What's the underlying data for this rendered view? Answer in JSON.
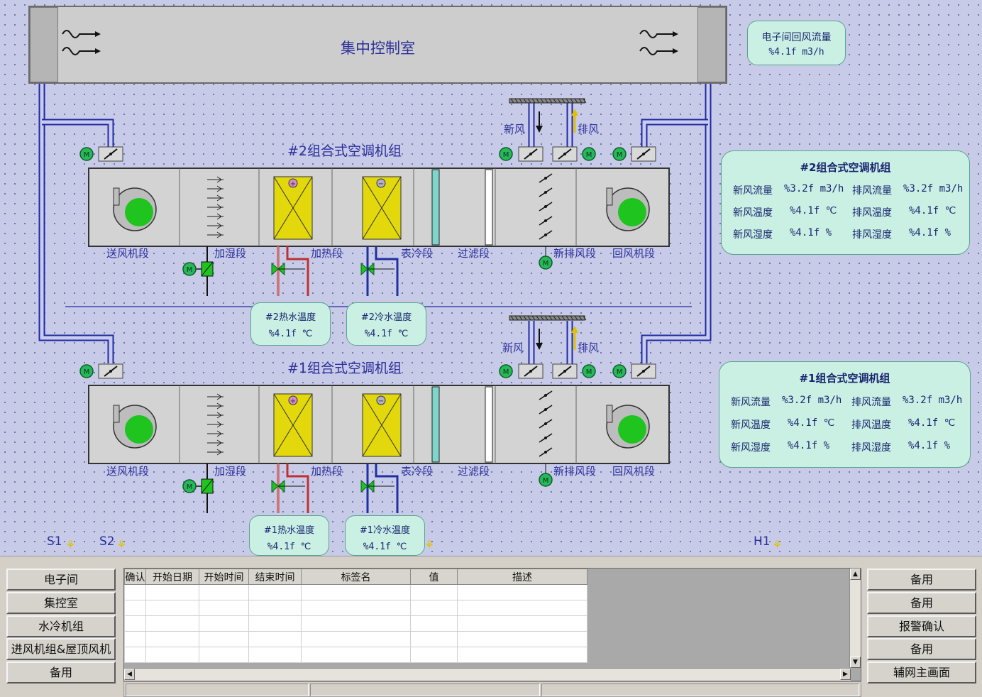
{
  "control_room": {
    "title": "集中控制室"
  },
  "electronic_room_return": {
    "label": "电子间回风流量",
    "value": "%4.1f m3/h"
  },
  "unit2": {
    "title": "#2组合式空调机组",
    "sections": [
      "送风机段",
      "加湿段",
      "加热段",
      "表冷段",
      "过滤段",
      "新排风段",
      "回风机段"
    ],
    "fresh_air": "新风",
    "exhaust_air": "排风",
    "hot_water": {
      "label": "#2热水温度",
      "value": "%4.1f ℃"
    },
    "cold_water": {
      "label": "#2冷水温度",
      "value": "%4.1f ℃"
    },
    "panel": {
      "title": "#2组合式空调机组",
      "rows": [
        {
          "l_label": "新风流量",
          "l_val": "%3.2f m3/h",
          "r_label": "排风流量",
          "r_val": "%3.2f m3/h"
        },
        {
          "l_label": "新风温度",
          "l_val": "%4.1f ℃",
          "r_label": "排风温度",
          "r_val": "%4.1f ℃"
        },
        {
          "l_label": "新风湿度",
          "l_val": "%4.1f %",
          "r_label": "排风湿度",
          "r_val": "%4.1f %"
        }
      ]
    }
  },
  "unit1": {
    "title": "#1组合式空调机组",
    "sections": [
      "送风机段",
      "加湿段",
      "加热段",
      "表冷段",
      "过滤段",
      "新排风段",
      "回风机段"
    ],
    "fresh_air": "新风",
    "exhaust_air": "排风",
    "hot_water": {
      "label": "#1热水温度",
      "value": "%4.1f ℃"
    },
    "cold_water": {
      "label": "#1冷水温度",
      "value": "%4.1f ℃"
    },
    "panel": {
      "title": "#1组合式空调机组",
      "rows": [
        {
          "l_label": "新风流量",
          "l_val": "%3.2f m3/h",
          "r_label": "排风流量",
          "r_val": "%3.2f m3/h"
        },
        {
          "l_label": "新风温度",
          "l_val": "%4.1f ℃",
          "r_label": "排风温度",
          "r_val": "%4.1f ℃"
        },
        {
          "l_label": "新风湿度",
          "l_val": "%4.1f %",
          "r_label": "排风湿度",
          "r_val": "%4.1f %"
        }
      ]
    }
  },
  "sensors": {
    "s1": "S1",
    "s2": "S2",
    "h1": "H1"
  },
  "motor_label": "M",
  "nav_left": [
    "电子间",
    "集控室",
    "水冷机组",
    "进风机组&屋顶风机",
    "备用"
  ],
  "nav_right": [
    "备用",
    "备用",
    "报警确认",
    "备用",
    "辅网主画面"
  ],
  "alarm_table": {
    "columns": [
      "确认",
      "开始日期",
      "开始时间",
      "结束时间",
      "标签名",
      "值",
      "描述"
    ]
  },
  "colors": {
    "pipe": "#4a56c8",
    "bubble": "#c9f0e3",
    "coil": "#e2d80c",
    "fan": "#1fc41f",
    "motor": "#28b85a"
  }
}
